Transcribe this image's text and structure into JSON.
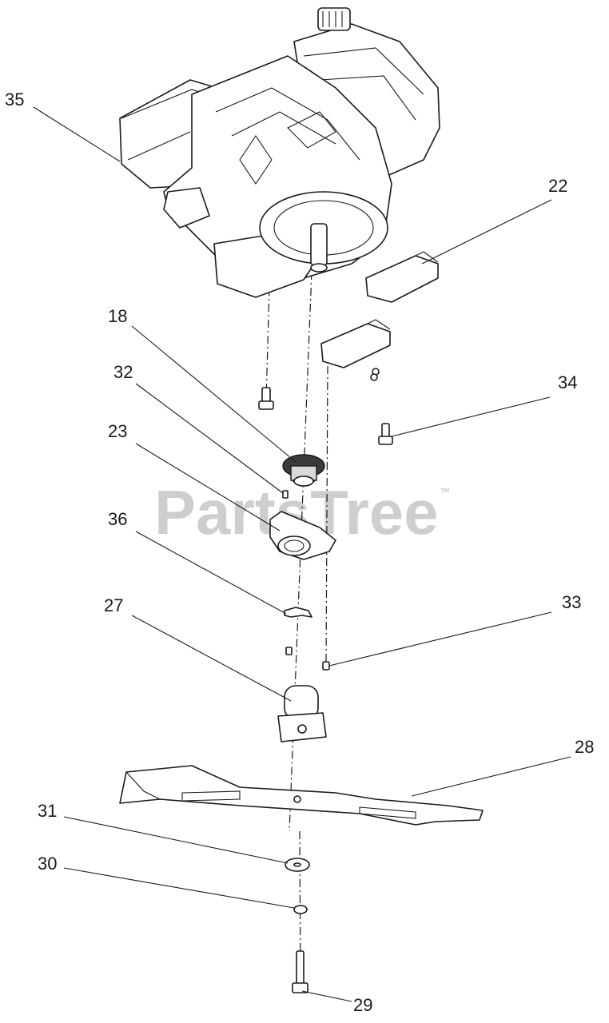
{
  "watermark": {
    "text": "PartsTree",
    "trademark": "™"
  },
  "callouts": {
    "c35": "35",
    "c22": "22",
    "c18": "18",
    "c32": "32",
    "c34": "34",
    "c23": "23",
    "c36": "36",
    "c27": "27",
    "c33": "33",
    "c28": "28",
    "c31": "31",
    "c30": "30",
    "c29": "29"
  },
  "icons": [
    "engine-icon",
    "blade-icon",
    "bolt-icon",
    "washer-icon",
    "adapter-icon",
    "bracket-icon"
  ]
}
